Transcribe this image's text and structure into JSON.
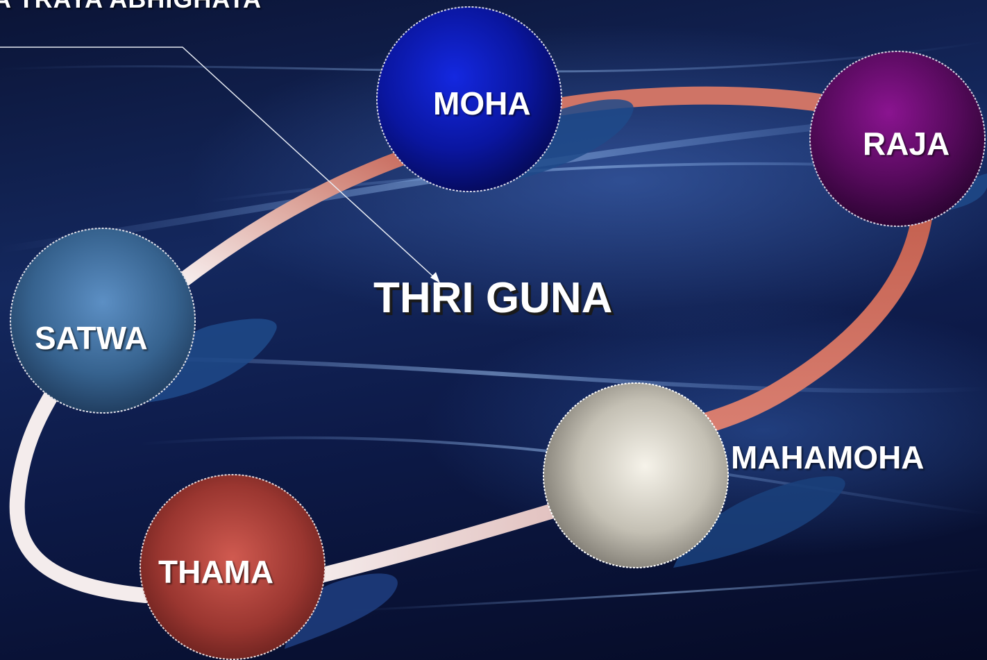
{
  "title": "A TRAYA ABHIGHATA",
  "center_label": "THRI GUNA",
  "nodes": {
    "moha": "MOHA",
    "raja": "RAJA",
    "satwa": "SATWA",
    "thama": "THAMA",
    "mahamoha": "MAHAMOHA"
  },
  "colors": {
    "moha": "#0a1aa8",
    "raja": "#5a0a5e",
    "satwa": "#3f6e9e",
    "thama": "#a8403a",
    "mahamoha": "#d8d4c8",
    "ring_light": "#f4eaea",
    "ring_red": "#c8685a"
  }
}
